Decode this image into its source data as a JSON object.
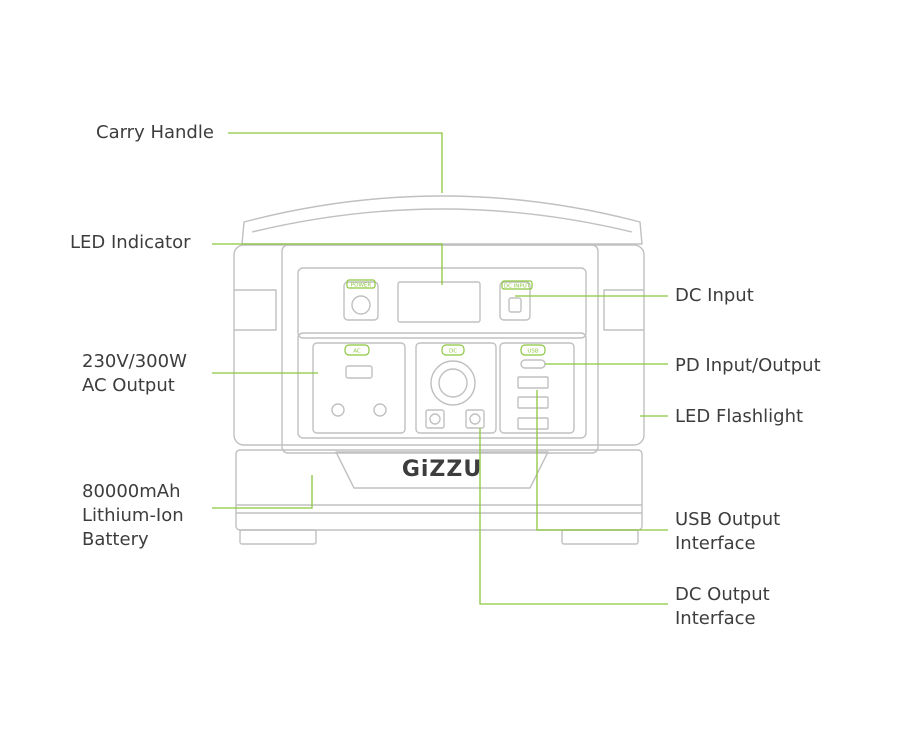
{
  "diagram": {
    "accent_color": "#8cc63f",
    "outline_color": "#bdbdbd",
    "text_color": "#3d3d3d",
    "brand": "GiZZU",
    "labels": {
      "carry_handle": "Carry Handle",
      "led_indicator": "LED Indicator",
      "ac_output": [
        "230V/300W",
        "AC Output"
      ],
      "battery": [
        "80000mAh",
        "Lithium-Ion",
        "Battery"
      ],
      "dc_input": "DC Input",
      "pd_io": "PD Input/Output",
      "led_flashlight": "LED Flashlight",
      "usb_output": [
        "USB Output",
        "Interface"
      ],
      "dc_output": [
        "DC Output",
        "Interface"
      ]
    },
    "panel_tags": {
      "power": "POWER",
      "dc_input": "DC INPUT",
      "ac": "AC",
      "dc": "DC",
      "usb": "USB"
    }
  }
}
